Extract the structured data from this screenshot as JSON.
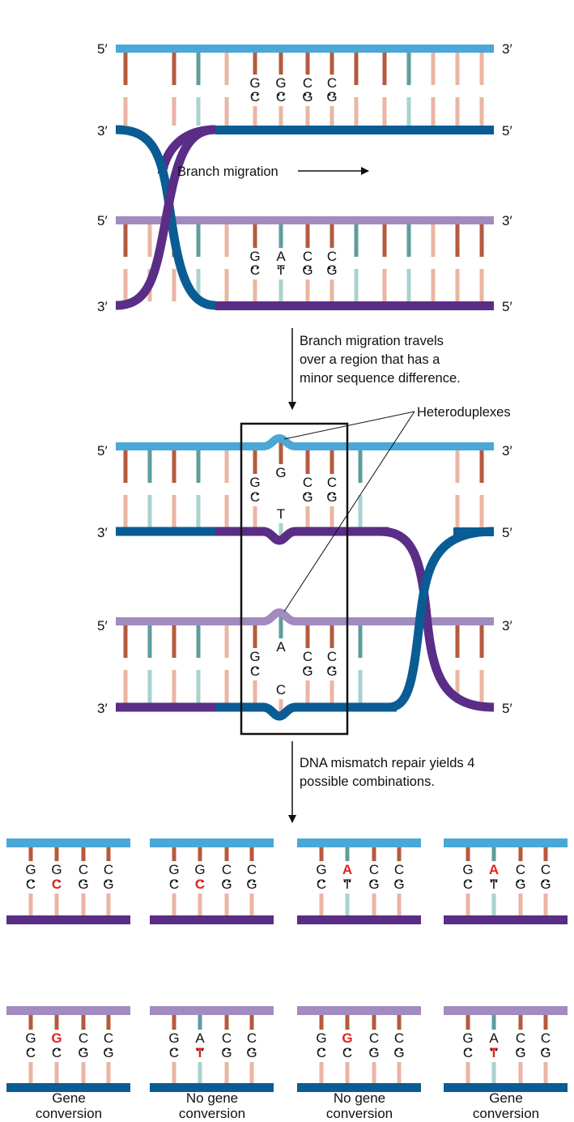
{
  "colors": {
    "light_blue": "#4aa8d8",
    "dark_blue": "#0a5c94",
    "light_purple": "#a28bbf",
    "dark_purple": "#5a2d86",
    "base_dark_orange": "#b55a3e",
    "base_light_orange": "#ebb5a3",
    "base_teal": "#5e9d9d",
    "base_light_teal": "#a8d3cf",
    "highlight_red": "#e32222"
  },
  "end_labels": {
    "five_prime": "5′",
    "three_prime": "3′"
  },
  "annotations": {
    "branch_migration": "Branch migration",
    "step1_line1": "Branch migration travels",
    "step1_line2": "over a region that has a",
    "step1_line3": "minor sequence difference.",
    "heteroduplexes": "Heteroduplexes",
    "step2_line1": "DNA mismatch repair yields 4",
    "step2_line2": "possible combinations."
  },
  "panel1": {
    "helix_top": {
      "top": [
        "G",
        "G",
        "C",
        "C"
      ],
      "bottom": [
        "C",
        "C",
        "G",
        "G"
      ]
    },
    "helix_bottom": {
      "top": [
        "G",
        "A",
        "C",
        "C"
      ],
      "bottom": [
        "C",
        "T",
        "G",
        "G"
      ]
    }
  },
  "panel2": {
    "helix_top": {
      "top": [
        "G",
        "G",
        "C",
        "C"
      ],
      "bottom": [
        "C",
        "T",
        "G",
        "G"
      ]
    },
    "helix_bottom": {
      "top": [
        "G",
        "A",
        "C",
        "C"
      ],
      "bottom": [
        "C",
        "C",
        "G",
        "G"
      ]
    }
  },
  "outcomes": [
    {
      "label_line1": "Gene",
      "label_line2": "conversion",
      "top_pairs": {
        "top": [
          "G",
          "G",
          "C",
          "C"
        ],
        "bottom": [
          "C",
          "C",
          "G",
          "G"
        ]
      },
      "bottom_pairs": {
        "top": [
          "G",
          "G",
          "C",
          "C"
        ],
        "bottom": [
          "C",
          "C",
          "G",
          "G"
        ]
      }
    },
    {
      "label_line1": "No gene",
      "label_line2": "conversion",
      "top_pairs": {
        "top": [
          "G",
          "G",
          "C",
          "C"
        ],
        "bottom": [
          "C",
          "C",
          "G",
          "G"
        ]
      },
      "bottom_pairs": {
        "top": [
          "G",
          "A",
          "C",
          "C"
        ],
        "bottom": [
          "C",
          "T",
          "G",
          "G"
        ]
      }
    },
    {
      "label_line1": "No gene",
      "label_line2": "conversion",
      "top_pairs": {
        "top": [
          "G",
          "A",
          "C",
          "C"
        ],
        "bottom": [
          "C",
          "T",
          "G",
          "G"
        ]
      },
      "bottom_pairs": {
        "top": [
          "G",
          "G",
          "C",
          "C"
        ],
        "bottom": [
          "C",
          "C",
          "G",
          "G"
        ]
      }
    },
    {
      "label_line1": "Gene",
      "label_line2": "conversion",
      "top_pairs": {
        "top": [
          "G",
          "A",
          "C",
          "C"
        ],
        "bottom": [
          "C",
          "T",
          "G",
          "G"
        ]
      },
      "bottom_pairs": {
        "top": [
          "G",
          "A",
          "C",
          "C"
        ],
        "bottom": [
          "C",
          "T",
          "G",
          "G"
        ]
      }
    }
  ]
}
